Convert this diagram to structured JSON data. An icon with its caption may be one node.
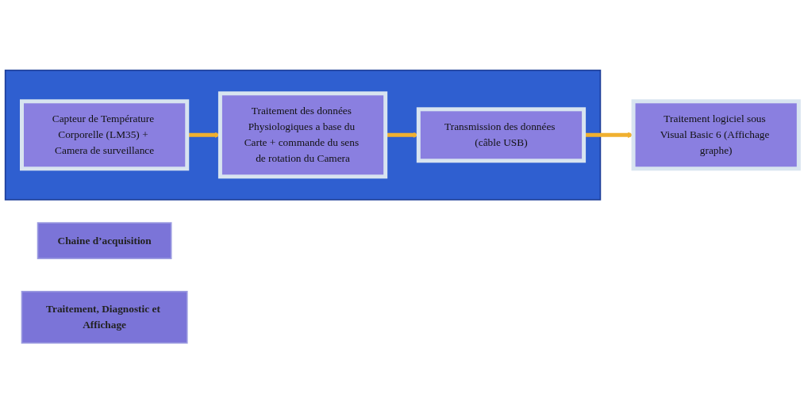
{
  "diagram": {
    "nodes": [
      {
        "text": [],
        "shape": "box"
      },
      {
        "text": [
          "Capteur de Température Corporelle (LM35) + Camera de surveillance"
        ],
        "in": 0
      },
      {
        "text": [
          "Traitement des données Physiologiques a base du Carte + commande du sens de rotation du Camera"
        ],
        "in": 0
      },
      {
        "text": [
          "Transmission des données (câble USB)"
        ],
        "in": 0
      },
      {
        "text": [
          "Chaine d’acquisition"
        ]
      },
      {
        "text": [
          "Traitement logiciel sous Visual Basic 6 (Affichage graphe)"
        ]
      },
      {
        "text": [
          "Traitement, Diagnostic et Affichage"
        ]
      }
    ],
    "edges": [
      {
        "from": 1,
        "to": 2,
        "arrow": "to"
      },
      {
        "from": 2,
        "to": 3,
        "arrow": "to"
      },
      {
        "from": 3,
        "to": 5,
        "arrow": "to"
      }
    ]
  }
}
